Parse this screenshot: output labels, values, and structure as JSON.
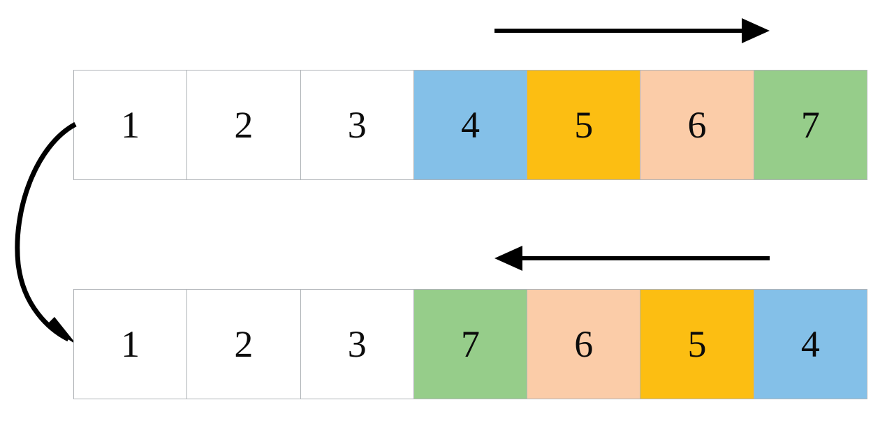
{
  "diagram": {
    "title": "array-reversal-of-subrange",
    "type": "array-transformation-diagram",
    "colors": {
      "white": "#ffffff",
      "blue": "#84c0e8",
      "orange": "#fcbe12",
      "peach": "#fbcca8",
      "green": "#96cd8a",
      "cell_border": "#b0b4b8",
      "arrow": "#000000",
      "label": "#0c0c0c",
      "background": "#ffffff"
    },
    "rows": [
      {
        "name": "top-array",
        "cells": [
          {
            "label": "1",
            "fill": "white"
          },
          {
            "label": "2",
            "fill": "white"
          },
          {
            "label": "3",
            "fill": "white"
          },
          {
            "label": "4",
            "fill": "blue"
          },
          {
            "label": "5",
            "fill": "orange"
          },
          {
            "label": "6",
            "fill": "peach"
          },
          {
            "label": "7",
            "fill": "green"
          }
        ]
      },
      {
        "name": "bottom-array",
        "cells": [
          {
            "label": "1",
            "fill": "white"
          },
          {
            "label": "2",
            "fill": "white"
          },
          {
            "label": "3",
            "fill": "white"
          },
          {
            "label": "7",
            "fill": "green"
          },
          {
            "label": "6",
            "fill": "peach"
          },
          {
            "label": "5",
            "fill": "orange"
          },
          {
            "label": "4",
            "fill": "blue"
          }
        ]
      }
    ],
    "arrows": [
      {
        "name": "top-direction-arrow",
        "direction": "right",
        "label": ""
      },
      {
        "name": "bottom-direction-arrow",
        "direction": "left",
        "label": ""
      },
      {
        "name": "transform-curved-arrow",
        "direction": "down",
        "label": ""
      }
    ]
  }
}
